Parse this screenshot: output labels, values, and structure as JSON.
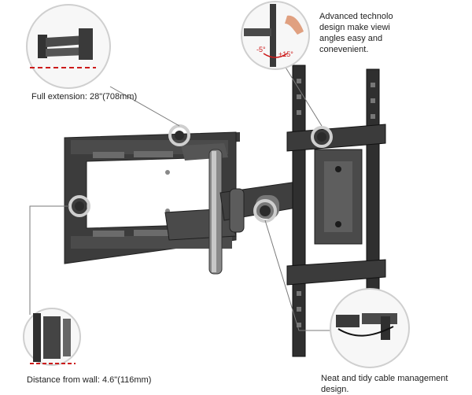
{
  "callouts": {
    "extension": {
      "caption": "Full extension: 28\"(708mm)"
    },
    "tilt": {
      "caption_lines": [
        "Advanced technolo",
        "design make viewi",
        "angles easy and",
        "conevenient."
      ],
      "angle_minus": "-5°",
      "angle_plus": "+15°"
    },
    "wall_distance": {
      "caption": "Distance from wall: 4.6\"(116mm)"
    },
    "cable": {
      "caption_lines": [
        "Neat and tidy cable management",
        "design."
      ]
    }
  },
  "colors": {
    "metal_dark": "#2b2b2b",
    "metal_mid": "#4a4a4a",
    "highlight_ring": "#d0d0d0",
    "dashed_red": "#cc1a1a",
    "callout_line": "#777777"
  }
}
